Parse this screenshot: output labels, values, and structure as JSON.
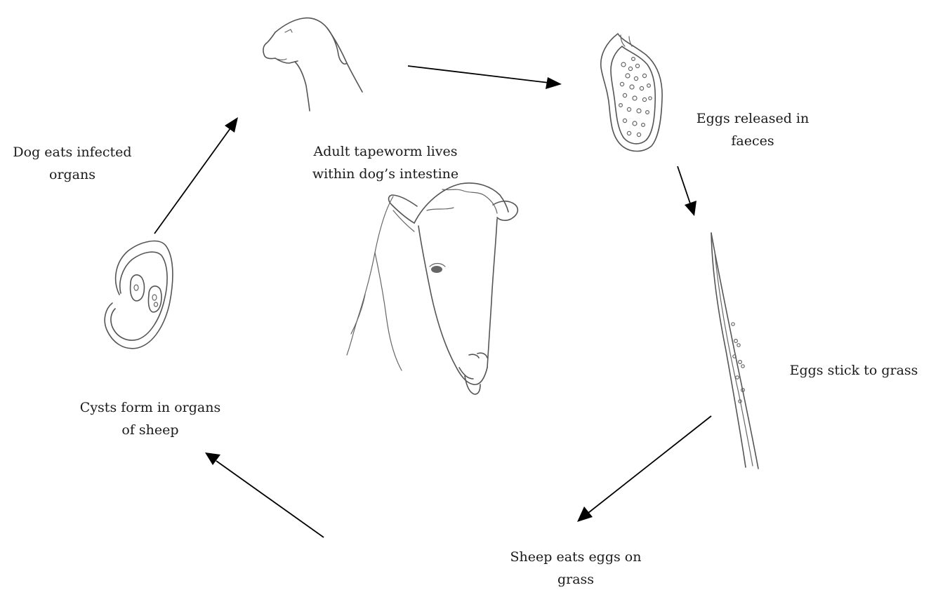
{
  "stages": {
    "dog": {
      "icon": "dog-head-icon",
      "lines": [
        "Adult tapeworm lives",
        "within dog’s intestine"
      ]
    },
    "faeces": {
      "icon": "faeces-with-eggs-icon",
      "lines": [
        "Eggs released in",
        "faeces"
      ]
    },
    "grass": {
      "icon": "grass-blade-with-eggs-icon",
      "lines": [
        "Eggs stick to grass"
      ]
    },
    "sheep": {
      "icon": "sheep-head-icon",
      "lines": [
        "Sheep eats eggs on",
        "grass"
      ]
    },
    "cyst": {
      "icon": "cyst-icon",
      "lines": [
        "Cysts form in organs",
        "of sheep"
      ]
    },
    "dog_eats": {
      "lines": [
        "Dog eats infected",
        "organs"
      ]
    }
  },
  "arrows": [
    {
      "from": "dog",
      "to": "faeces"
    },
    {
      "from": "faeces",
      "to": "grass"
    },
    {
      "from": "grass",
      "to": "sheep"
    },
    {
      "from": "sheep",
      "to": "cyst"
    },
    {
      "from": "cyst",
      "to": "dog"
    }
  ]
}
